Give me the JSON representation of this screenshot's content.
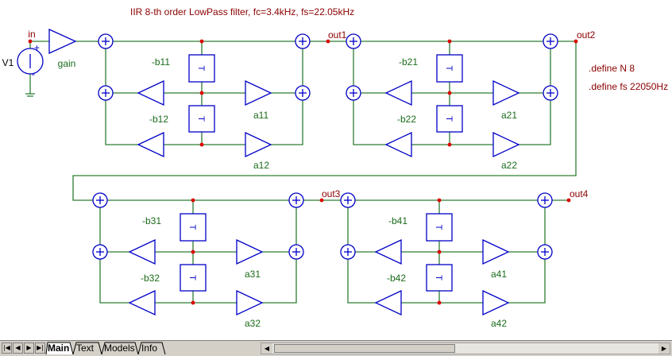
{
  "diagram": {
    "title": "IIR 8-th order LowPass filter, fc=3.4kHz, fs=22.05kHz",
    "source": {
      "name": "V1",
      "node": "in",
      "plus": "+",
      "minus": "-"
    },
    "gain_label": "gain",
    "outputs": [
      "out1",
      "out2",
      "out3",
      "out4"
    ],
    "defines": [
      ".define N 8",
      ".define fs 22050Hz"
    ],
    "sections": [
      {
        "b1": "-b11",
        "b2": "-b12",
        "a1": "a11",
        "a2": "a12"
      },
      {
        "b1": "-b21",
        "b2": "-b22",
        "a1": "a21",
        "a2": "a22"
      },
      {
        "b1": "-b31",
        "b2": "-b32",
        "a1": "a31",
        "a2": "a32"
      },
      {
        "b1": "-b41",
        "b2": "-b42",
        "a1": "a41",
        "a2": "a42"
      }
    ],
    "delay_symbol": "T",
    "colors": {
      "wire": "#2e7d32",
      "symbol": "#0000c8",
      "node": "#dd0000",
      "text_dark_red": "#8b0000",
      "coef_label": "#1a6b1a"
    }
  },
  "bottom_bar": {
    "nav_buttons": [
      "first",
      "prev",
      "next",
      "last"
    ],
    "nav_glyphs": [
      "|◀",
      "◀",
      "▶",
      "▶|"
    ],
    "tabs": [
      "Main",
      "Text",
      "Models",
      "Info"
    ],
    "active_tab": "Main"
  }
}
